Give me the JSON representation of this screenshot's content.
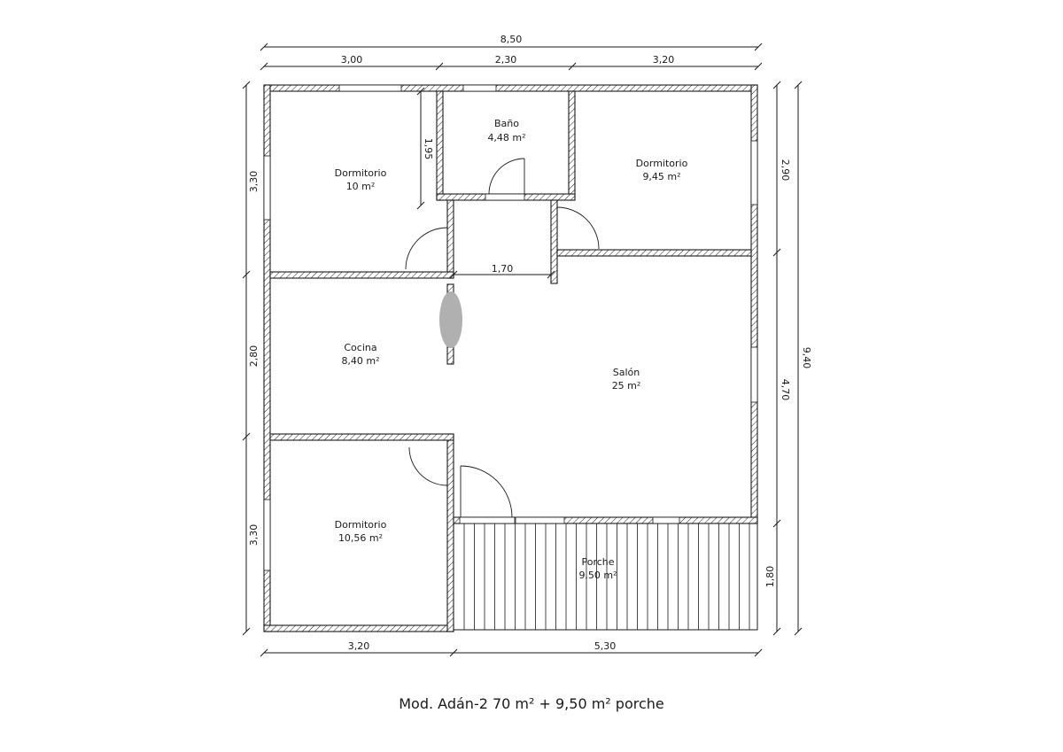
{
  "caption": "Mod. Adán-2 70 m² + 9,50 m² porche",
  "rooms": [
    {
      "name": "Dormitorio",
      "area": "10 m²"
    },
    {
      "name": "Baño",
      "area": "4,48 m²"
    },
    {
      "name": "Dormitorio",
      "area": "9,45 m²"
    },
    {
      "name": "Cocina",
      "area": "8,40 m²"
    },
    {
      "name": "Salón",
      "area": "25 m²"
    },
    {
      "name": "Dormitorio",
      "area": "10,56 m²"
    },
    {
      "name": "Porche",
      "area": "9,50 m²"
    }
  ],
  "dimensions": {
    "top_total": "8,50",
    "top_parts": [
      "3,00",
      "2,30",
      "3,20"
    ],
    "bottom_parts": [
      "3,20",
      "5,30"
    ],
    "left_parts": [
      "3,30",
      "2,80",
      "3,30"
    ],
    "right_parts": [
      "2,90",
      "4,70",
      "1,80"
    ],
    "right_total": "9,40",
    "bath_depth": "1,95",
    "hall_width": "1,70"
  }
}
